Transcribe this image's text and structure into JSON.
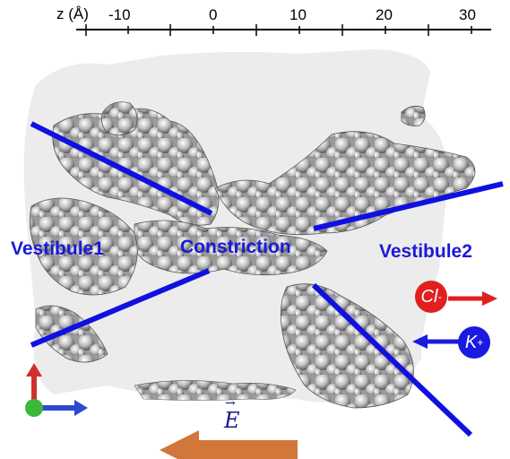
{
  "axis": {
    "label": "z (Å)",
    "ticks": [
      "-10",
      "0",
      "10",
      "20",
      "30"
    ]
  },
  "regions": {
    "vestibule1": "Vestibule1",
    "constriction": "Constriction",
    "vestibule2": "Vestibule2"
  },
  "ions": {
    "chloride": {
      "symbol": "Cl",
      "charge": "-",
      "color": "#e02020"
    },
    "potassium": {
      "symbol": "K",
      "charge": "+",
      "color": "#1a1ae0"
    }
  },
  "field": {
    "symbol": "E"
  },
  "colors": {
    "pore_lines": "#1010e0",
    "field_arrow": "#d2773a",
    "surface": "#c8c8c8"
  }
}
